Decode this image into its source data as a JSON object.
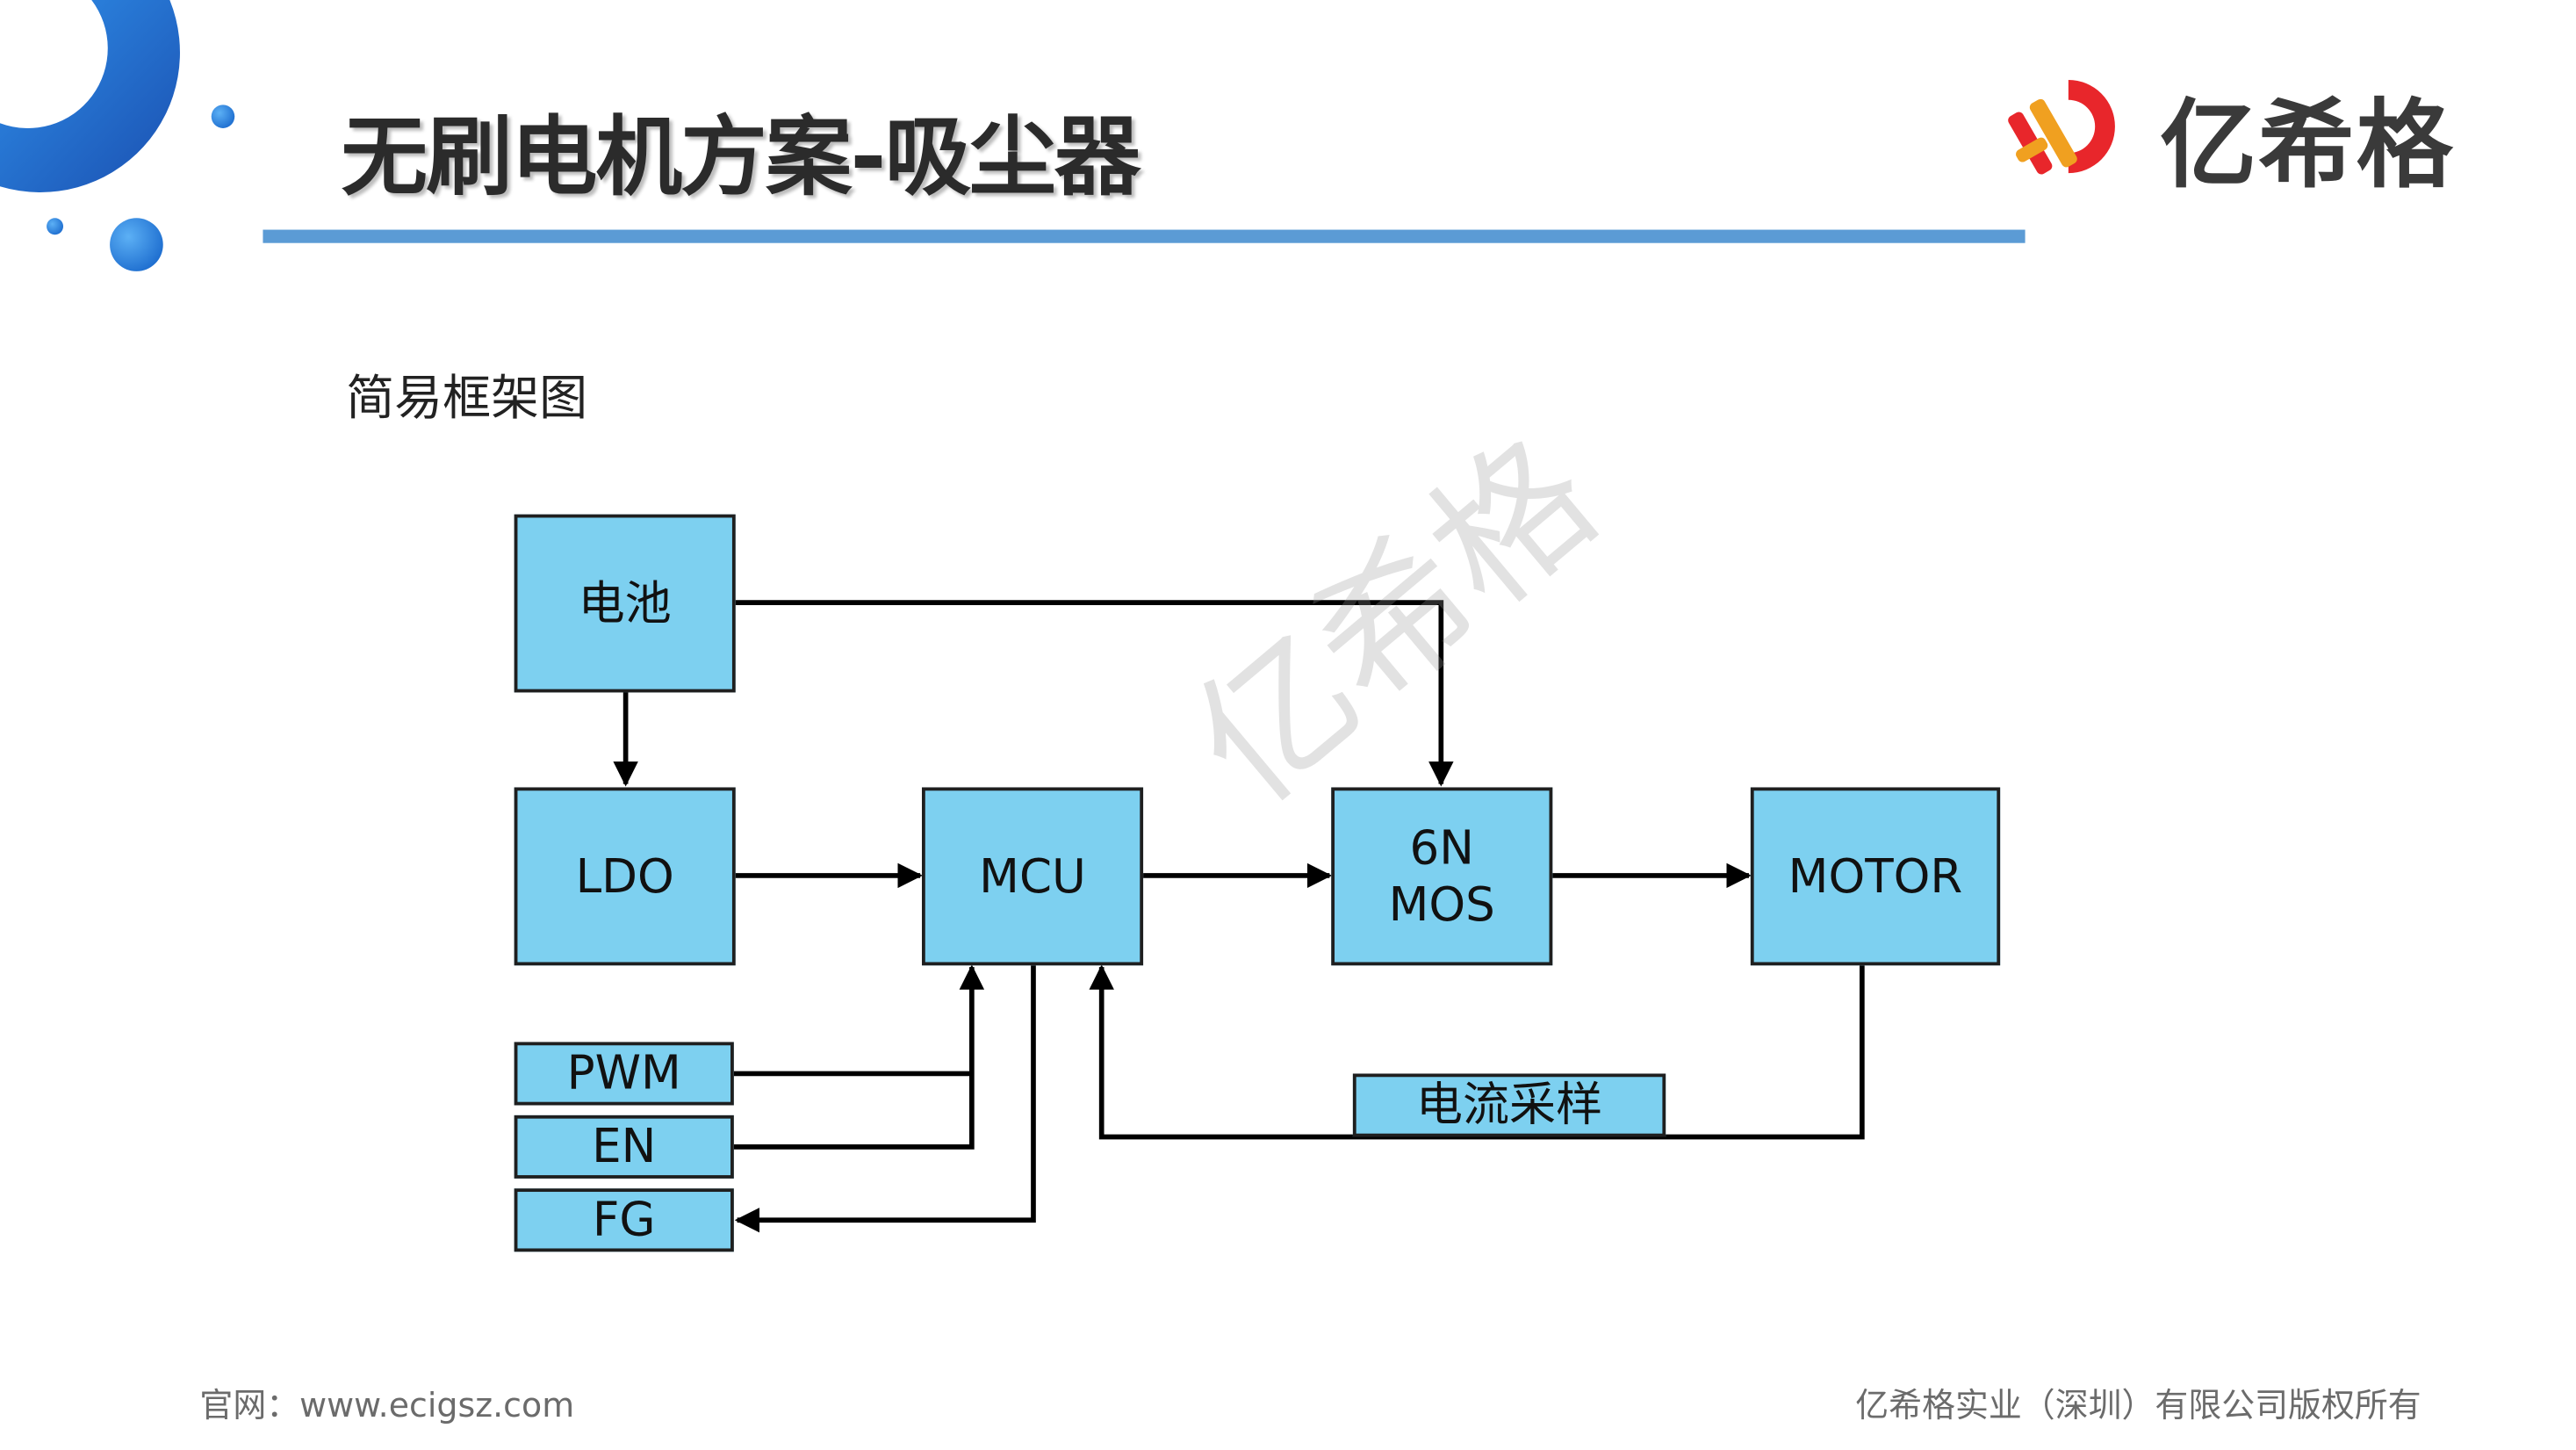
{
  "header": {
    "title": "无刷电机方案-吸尘器",
    "logo_text": "亿希格"
  },
  "subtitle": "简易框架图",
  "diagram": {
    "battery": "电池",
    "ldo": "LDO",
    "mcu": "MCU",
    "mos_line1": "6N",
    "mos_line2": "MOS",
    "motor": "MOTOR",
    "pwm": "PWM",
    "en": "EN",
    "fg": "FG",
    "current_sense": "电流采样"
  },
  "watermark": "亿希格",
  "footer": {
    "left": "官网：www.ecigsz.com",
    "right": "亿希格实业（深圳）有限公司版权所有"
  },
  "colors": {
    "box_fill": "#7dd0f0",
    "accent_blue": "#5b9bd5",
    "logo_red": "#e8262b",
    "logo_orange": "#f0a020",
    "decor_blue": "#1a5fbf"
  },
  "icons": {
    "logo_mark": "ecig-logo-mark-icon",
    "corner_decoration": "circle-decoration-icon"
  }
}
